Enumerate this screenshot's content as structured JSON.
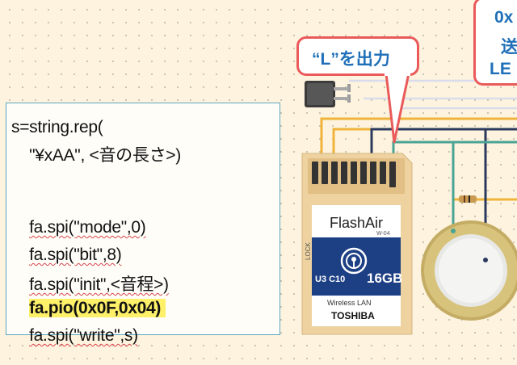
{
  "code": {
    "lines": [
      "s=string.rep(",
      "    \"¥xAA\", <音の長さ>)",
      "fa.spi(\"mode\",0)",
      "fa.spi(\"bit\",8)",
      "fa.spi(\"init\",<音程>)",
      "fa.pio(0x0F,0x04)",
      "fa.spi(\"write\",s)"
    ]
  },
  "callout_output_l": {
    "text": "“L”を出力"
  },
  "callout_right": {
    "line1": "0x",
    "line2": "送",
    "line3": "LE"
  },
  "sd_card": {
    "brand": "FlashAir",
    "model": "W-04",
    "lock": "LOCK",
    "capacity": "16GB",
    "class_marks": "U3 C10",
    "wireless": "Wireless LAN",
    "maker": "TOSHIBA"
  },
  "colors": {
    "wire_yellow": "#f0b43a",
    "wire_navy": "#2b3a5c",
    "wire_teal": "#4aa394",
    "callout_border": "#ea5a5a",
    "callout_text": "#1f6fb8",
    "highlight": "#fff06a"
  }
}
